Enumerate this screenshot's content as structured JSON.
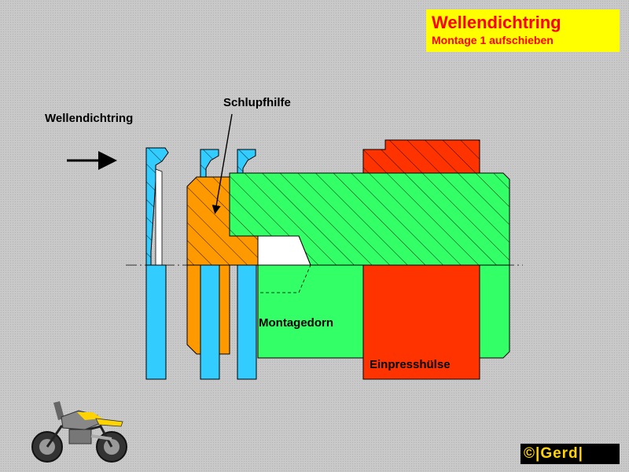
{
  "title": {
    "main": "Wellendichtring",
    "subtitle": "Montage 1 aufschieben"
  },
  "labels": {
    "seal": "Wellendichtring",
    "slip_aid": "Schlupfhilfe",
    "mandrel": "Montagedorn",
    "press_sleeve": "Einpresshülse"
  },
  "copyright": "©|Gerd|",
  "colors": {
    "background": "#c9c9c9",
    "seal_blue": "#33ccff",
    "slip_aid_orange": "#ff9900",
    "mandrel_green": "#33ff66",
    "sleeve_red": "#ff3300",
    "title_yellow": "#ffff00",
    "title_red": "#ff0000"
  },
  "icons": [
    "arrow-right-icon",
    "pointer-arrow-icon",
    "motorcycle-icon",
    "copyright-logo"
  ]
}
